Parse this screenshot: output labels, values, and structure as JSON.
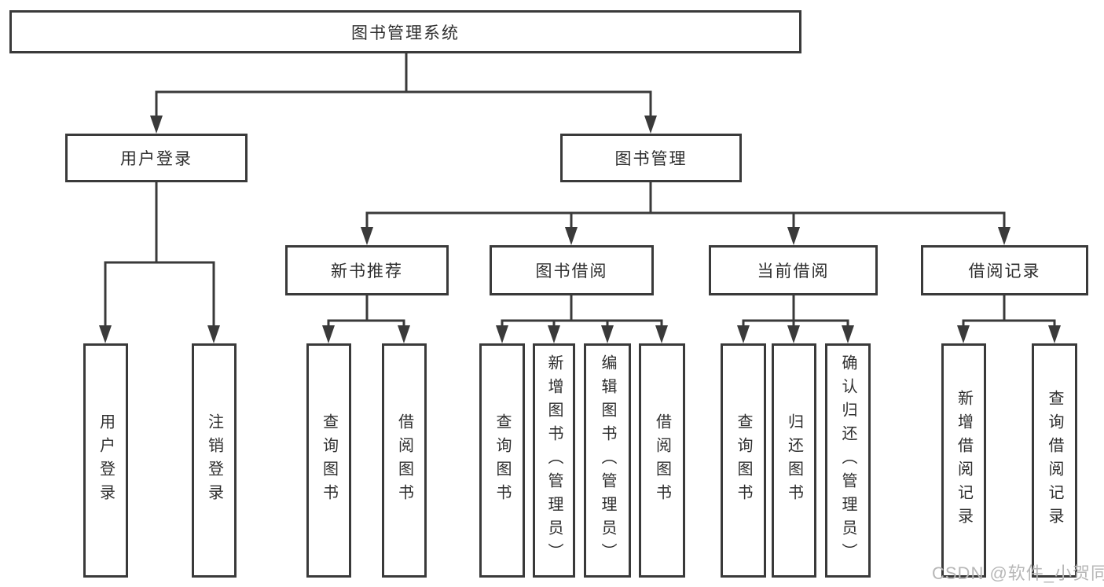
{
  "diagram": {
    "root_label": "图书管理系统",
    "level2": [
      {
        "label": "用户登录",
        "leaves": [
          "用户登录",
          "注销登录"
        ]
      },
      {
        "label": "图书管理",
        "groups": [
          {
            "label": "新书推荐",
            "leaves": [
              "查询图书",
              "借阅图书"
            ]
          },
          {
            "label": "图书借阅",
            "leaves": [
              "查询图书",
              "新增图书（管理员）",
              "编辑图书（管理员）",
              "借阅图书"
            ]
          },
          {
            "label": "当前借阅",
            "leaves": [
              "查询图书",
              "归还图书",
              "确认归还（管理员）"
            ]
          },
          {
            "label": "借阅记录",
            "leaves": [
              "新增借阅记录",
              "查询借阅记录"
            ]
          }
        ]
      }
    ]
  },
  "watermark": {
    "text": "CSDN @软件_小贺同学"
  },
  "colors": {
    "line": "#3a3a3a",
    "box_border": "#3a3a3a",
    "text": "#2e2e2e",
    "watermark": "#b7b7b7",
    "background": "#ffffff"
  }
}
